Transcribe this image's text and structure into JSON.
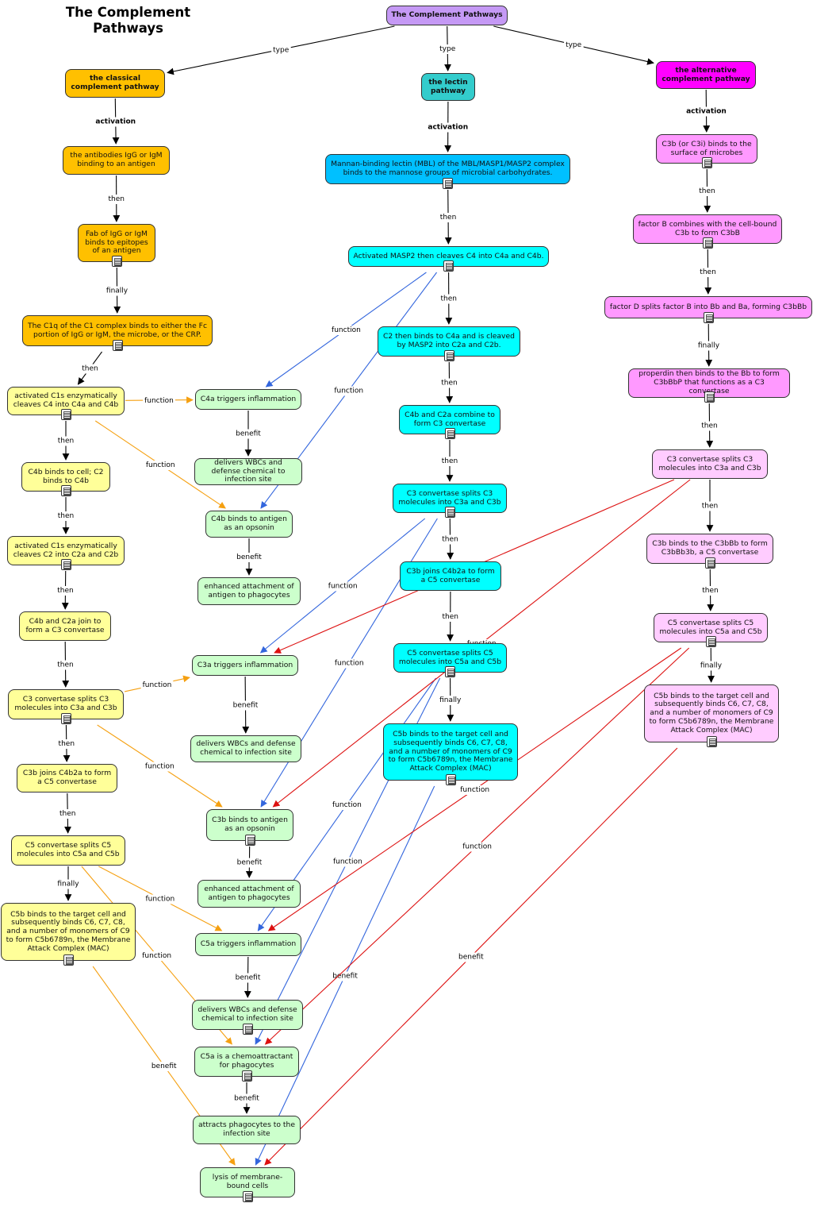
{
  "title": "The Complement Pathways",
  "colors": {
    "root": "#c599f5",
    "classical": "#ffc000",
    "classical_step": "#ffff99",
    "lectin": "#33cccc",
    "lectin_step": "#00ffff",
    "mbl": "#00c0ff",
    "alternative": "#ff00ff",
    "alternative_step": "#ff99ff",
    "alternative_light": "#ffccff",
    "effect": "#ccffcc",
    "classical_line": "#f5a011",
    "lectin_line": "#3366dd",
    "alternative_line": "#dd1111"
  },
  "nodes": [
    {
      "id": "root",
      "text": "The Complement Pathways",
      "color": "root",
      "bold": true
    },
    {
      "id": "classical",
      "text": "the classical complement pathway",
      "color": "classical",
      "bold": true
    },
    {
      "id": "lectin",
      "text": "the lectin pathway",
      "color": "lectin",
      "bold": true
    },
    {
      "id": "alternative",
      "text": "the alternative complement pathway",
      "color": "alternative",
      "bold": true
    },
    {
      "id": "c1",
      "text": "the antibodies IgG or IgM binding to an antigen",
      "color": "classical"
    },
    {
      "id": "c2",
      "text": "Fab of IgG or IgM binds to epitopes of an antigen",
      "color": "classical",
      "doc": true
    },
    {
      "id": "c3",
      "text": "The C1q of the C1 complex binds to either the Fc portion of IgG or IgM, the microbe, or the CRP.",
      "color": "classical",
      "doc": true
    },
    {
      "id": "c4",
      "text": "activated C1s enzymatically cleaves C4 into C4a and C4b",
      "color": "classical_step",
      "doc": true
    },
    {
      "id": "c5",
      "text": "C4b binds to cell; C2 binds to C4b",
      "color": "classical_step",
      "doc": true
    },
    {
      "id": "c6",
      "text": "activated C1s enzymatically cleaves C2 into C2a and C2b",
      "color": "classical_step",
      "doc": true
    },
    {
      "id": "c7",
      "text": "C4b and C2a join to form a C3 convertase",
      "color": "classical_step"
    },
    {
      "id": "c8",
      "text": "C3 convertase splits C3 molecules into C3a and C3b",
      "color": "classical_step",
      "doc": true
    },
    {
      "id": "c9",
      "text": "C3b joins C4b2a to form a C5 convertase",
      "color": "classical_step"
    },
    {
      "id": "c10",
      "text": "C5 convertase splits C5 molecules into C5a and C5b",
      "color": "classical_step"
    },
    {
      "id": "c11",
      "text": "C5b binds to the target cell and subsequently binds C6, C7, C8, and a number of monomers of C9 to form C5b6789n, the Membrane Attack Complex (MAC)",
      "color": "classical_step",
      "doc": true
    },
    {
      "id": "l1",
      "text": "Mannan-binding lectin (MBL) of the MBL/MASP1/MASP2 complex binds to the mannose groups of microbial carbohydrates.",
      "color": "mbl",
      "doc": true
    },
    {
      "id": "l2",
      "text": "Activated MASP2 then cleaves C4 into C4a and C4b.",
      "color": "lectin_step",
      "doc": true
    },
    {
      "id": "l3",
      "text": "C2 then binds to C4a and is cleaved by MASP2 into C2a and C2b.",
      "color": "lectin_step",
      "doc": true
    },
    {
      "id": "l4",
      "text": "C4b and C2a combine to form C3 convertase",
      "color": "lectin_step",
      "doc": true
    },
    {
      "id": "l5",
      "text": "C3 convertase splits C3 molecules into C3a and C3b",
      "color": "lectin_step",
      "doc": true
    },
    {
      "id": "l6",
      "text": "C3b joins C4b2a to form a C5 convertase",
      "color": "lectin_step"
    },
    {
      "id": "l7",
      "text": "C5 convertase splits C5 molecules into C5a and C5b",
      "color": "lectin_step",
      "doc": true
    },
    {
      "id": "l8",
      "text": "C5b binds to the target cell and subsequently binds C6, C7, C8, and a number of monomers of C9 to form C5b6789n, the Membrane Attack Complex (MAC)",
      "color": "lectin_step",
      "doc": true
    },
    {
      "id": "a1",
      "text": "C3b (or C3i) binds to the surface of microbes",
      "color": "alternative_step",
      "doc": true
    },
    {
      "id": "a2",
      "text": "factor B combines with the cell-bound C3b to form C3bB",
      "color": "alternative_step",
      "doc": true
    },
    {
      "id": "a3",
      "text": "factor D splits factor B into Bb and Ba, forming C3bBb",
      "color": "alternative_step",
      "doc": true
    },
    {
      "id": "a4",
      "text": "properdin then binds to the Bb to form C3bBbP that functions as a C3 convertase",
      "color": "alternative_step",
      "doc": true
    },
    {
      "id": "a5",
      "text": "C3 convertase splits C3 molecules into C3a and C3b",
      "color": "alternative_light"
    },
    {
      "id": "a6",
      "text": "C3b binds to the C3bBb to form C3bBb3b, a C5 convertase",
      "color": "alternative_light",
      "doc": true
    },
    {
      "id": "a7",
      "text": "C5 convertase splits C5 molecules into C5a and C5b",
      "color": "alternative_light",
      "doc": true
    },
    {
      "id": "a8",
      "text": "C5b binds to the target cell and subsequently binds C6, C7, C8, and a number of monomers of C9 to form C5b6789n, the Membrane Attack Complex (MAC)",
      "color": "alternative_light",
      "doc": true
    },
    {
      "id": "e1",
      "text": "C4a triggers inflammation",
      "color": "effect"
    },
    {
      "id": "e2",
      "text": "delivers WBCs and defense chemical to infection site",
      "color": "effect"
    },
    {
      "id": "e3",
      "text": "C4b binds to antigen as an opsonin",
      "color": "effect"
    },
    {
      "id": "e4",
      "text": "enhanced attachment of antigen to phagocytes",
      "color": "effect"
    },
    {
      "id": "e5",
      "text": "C3a triggers inflammation",
      "color": "effect"
    },
    {
      "id": "e6",
      "text": "delivers WBCs and defense chemical to infection site",
      "color": "effect"
    },
    {
      "id": "e7",
      "text": "C3b binds to antigen as an opsonin",
      "color": "effect",
      "doc": true
    },
    {
      "id": "e8",
      "text": "enhanced attachment of antigen to phagocytes",
      "color": "effect"
    },
    {
      "id": "e9",
      "text": "C5a triggers inflammation",
      "color": "effect"
    },
    {
      "id": "e10",
      "text": "delivers WBCs and defense chemical to infection site",
      "color": "effect",
      "doc": true
    },
    {
      "id": "e11",
      "text": "C5a is a chemoattractant for phagocytes",
      "color": "effect",
      "doc": true
    },
    {
      "id": "e12",
      "text": "attracts phagocytes to the infection site",
      "color": "effect"
    },
    {
      "id": "e13",
      "text": "lysis of membrane-bound cells",
      "color": "effect",
      "doc": true
    }
  ],
  "links": [
    {
      "from": "root",
      "to": "classical",
      "label": "type",
      "color": "#000"
    },
    {
      "from": "root",
      "to": "lectin",
      "label": "type",
      "color": "#000"
    },
    {
      "from": "root",
      "to": "alternative",
      "label": "type",
      "color": "#000"
    },
    {
      "from": "classical",
      "to": "c1",
      "label": "activation",
      "bold": true,
      "color": "#000"
    },
    {
      "from": "c1",
      "to": "c2",
      "label": "then",
      "color": "#000"
    },
    {
      "from": "c2",
      "to": "c3",
      "label": "finally",
      "color": "#000"
    },
    {
      "from": "c3",
      "to": "c4",
      "label": "then",
      "color": "#000"
    },
    {
      "from": "c4",
      "to": "c5",
      "label": "then",
      "color": "#000"
    },
    {
      "from": "c5",
      "to": "c6",
      "label": "then",
      "color": "#000"
    },
    {
      "from": "c6",
      "to": "c7",
      "label": "then",
      "color": "#000"
    },
    {
      "from": "c7",
      "to": "c8",
      "label": "then",
      "color": "#000"
    },
    {
      "from": "c8",
      "to": "c9",
      "label": "then",
      "color": "#000"
    },
    {
      "from": "c9",
      "to": "c10",
      "label": "then",
      "color": "#000"
    },
    {
      "from": "c10",
      "to": "c11",
      "label": "finally",
      "color": "#000"
    },
    {
      "from": "lectin",
      "to": "l1",
      "label": "activation",
      "bold": true,
      "color": "#000"
    },
    {
      "from": "l1",
      "to": "l2",
      "label": "then",
      "color": "#000"
    },
    {
      "from": "l2",
      "to": "l3",
      "label": "then",
      "color": "#000"
    },
    {
      "from": "l3",
      "to": "l4",
      "label": "then",
      "color": "#000"
    },
    {
      "from": "l4",
      "to": "l5",
      "label": "then",
      "color": "#000"
    },
    {
      "from": "l5",
      "to": "l6",
      "label": "then",
      "color": "#000"
    },
    {
      "from": "l6",
      "to": "l7",
      "label": "then",
      "color": "#000"
    },
    {
      "from": "l7",
      "to": "l8",
      "label": "finally",
      "color": "#000"
    },
    {
      "from": "alternative",
      "to": "a1",
      "label": "activation",
      "bold": true,
      "color": "#000"
    },
    {
      "from": "a1",
      "to": "a2",
      "label": "then",
      "color": "#000"
    },
    {
      "from": "a2",
      "to": "a3",
      "label": "then",
      "color": "#000"
    },
    {
      "from": "a3",
      "to": "a4",
      "label": "finally",
      "color": "#000"
    },
    {
      "from": "a4",
      "to": "a5",
      "label": "then",
      "color": "#000"
    },
    {
      "from": "a5",
      "to": "a6",
      "label": "then",
      "color": "#000"
    },
    {
      "from": "a6",
      "to": "a7",
      "label": "then",
      "color": "#000"
    },
    {
      "from": "a7",
      "to": "a8",
      "label": "finally",
      "color": "#000"
    },
    {
      "from": "e1",
      "to": "e2",
      "label": "benefit",
      "color": "#000"
    },
    {
      "from": "e3",
      "to": "e4",
      "label": "benefit",
      "color": "#000"
    },
    {
      "from": "e5",
      "to": "e6",
      "label": "benefit",
      "color": "#000"
    },
    {
      "from": "e7",
      "to": "e8",
      "label": "benefit",
      "color": "#000"
    },
    {
      "from": "e9",
      "to": "e10",
      "label": "benefit",
      "color": "#000"
    },
    {
      "from": "e11",
      "to": "e12",
      "label": "benefit",
      "color": "#000"
    },
    {
      "from": "c4",
      "to": "e1",
      "label": "function",
      "color": "classical_line"
    },
    {
      "from": "c4",
      "to": "e3",
      "label": "function",
      "color": "classical_line"
    },
    {
      "from": "c8",
      "to": "e5",
      "label": "function",
      "color": "classical_line"
    },
    {
      "from": "c8",
      "to": "e7",
      "label": "function",
      "color": "classical_line"
    },
    {
      "from": "c10",
      "to": "e9",
      "label": "function",
      "color": "classical_line"
    },
    {
      "from": "c10",
      "to": "e11",
      "label": "function",
      "color": "classical_line"
    },
    {
      "from": "c11",
      "to": "e13",
      "label": "benefit",
      "color": "classical_line"
    },
    {
      "from": "l2",
      "to": "e1",
      "label": "function",
      "color": "lectin_line"
    },
    {
      "from": "l2",
      "to": "e3",
      "label": "function",
      "color": "lectin_line"
    },
    {
      "from": "l5",
      "to": "e5",
      "label": "function",
      "color": "lectin_line"
    },
    {
      "from": "l5",
      "to": "e7",
      "label": "function",
      "color": "lectin_line"
    },
    {
      "from": "l7",
      "to": "e9",
      "label": "function",
      "color": "lectin_line"
    },
    {
      "from": "l7",
      "to": "e11",
      "label": "function",
      "color": "lectin_line"
    },
    {
      "from": "l8",
      "to": "e13",
      "label": "benefit",
      "color": "lectin_line"
    },
    {
      "from": "a5",
      "to": "e5",
      "label": "function",
      "color": "alternative_line"
    },
    {
      "from": "a5",
      "to": "e7",
      "label": "function",
      "color": "alternative_line"
    },
    {
      "from": "a7",
      "to": "e9",
      "label": "function",
      "color": "alternative_line"
    },
    {
      "from": "a7",
      "to": "e11",
      "label": "function",
      "color": "alternative_line"
    },
    {
      "from": "a8",
      "to": "e13",
      "label": "benefit",
      "color": "alternative_line"
    }
  ]
}
